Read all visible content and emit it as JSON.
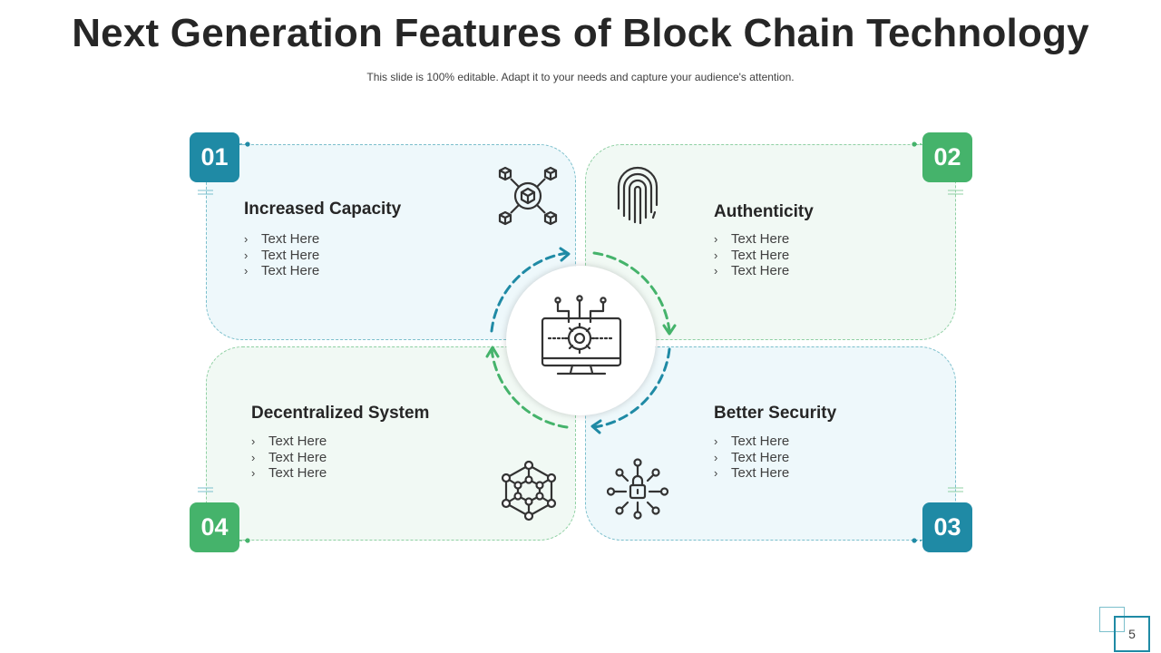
{
  "slide": {
    "title": "Next Generation Features of Block Chain Technology",
    "subtitle": "This slide is 100% editable. Adapt it to your needs and capture your audience's attention.",
    "page_number": "5"
  },
  "features": [
    {
      "number": "01",
      "heading": "Increased Capacity",
      "items": [
        "Text Here",
        "Text Here",
        "Text Here"
      ],
      "icon": "network-cube-icon",
      "badge_color": "#1f8aa5"
    },
    {
      "number": "02",
      "heading": "Authenticity",
      "items": [
        "Text Here",
        "Text Here",
        "Text Here"
      ],
      "icon": "fingerprint-icon",
      "badge_color": "#45b36b"
    },
    {
      "number": "03",
      "heading": "Better Security",
      "items": [
        "Text Here",
        "Text Here",
        "Text Here"
      ],
      "icon": "network-lock-icon",
      "badge_color": "#1f8aa5"
    },
    {
      "number": "04",
      "heading": "Decentralized System",
      "items": [
        "Text Here",
        "Text Here",
        "Text Here"
      ],
      "icon": "hexagon-network-icon",
      "badge_color": "#45b36b"
    }
  ],
  "center": {
    "icon": "monitor-gear-icon"
  },
  "bullet_glyph": "›",
  "colors": {
    "teal": "#1f8aa5",
    "green": "#45b36b",
    "panel_blue": "#eef8fb",
    "panel_green": "#f1f9f4",
    "text": "#262626"
  }
}
